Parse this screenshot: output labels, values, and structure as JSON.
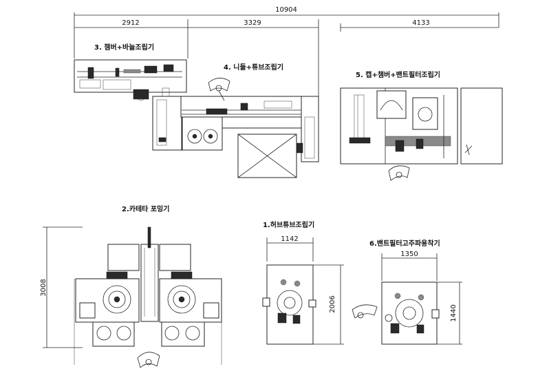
{
  "dimensions": {
    "total": "10904",
    "d1": "2912",
    "d2": "3329",
    "d3": "4133",
    "katheter_height": "3008",
    "hub_width": "1142",
    "hub_height": "2006",
    "vent_width": "1350",
    "vent_height": "1440"
  },
  "labels": {
    "l3": "3. 챔버+바늘조립기",
    "l4": "4. 니들+튜브조립기",
    "l5": "5. 캡+챔버+밴트필터조립기",
    "l2": "2.카테타 포밍기",
    "l1": "1.허브튜브조립기",
    "l6": "6.밴트필터고주파용착기"
  }
}
